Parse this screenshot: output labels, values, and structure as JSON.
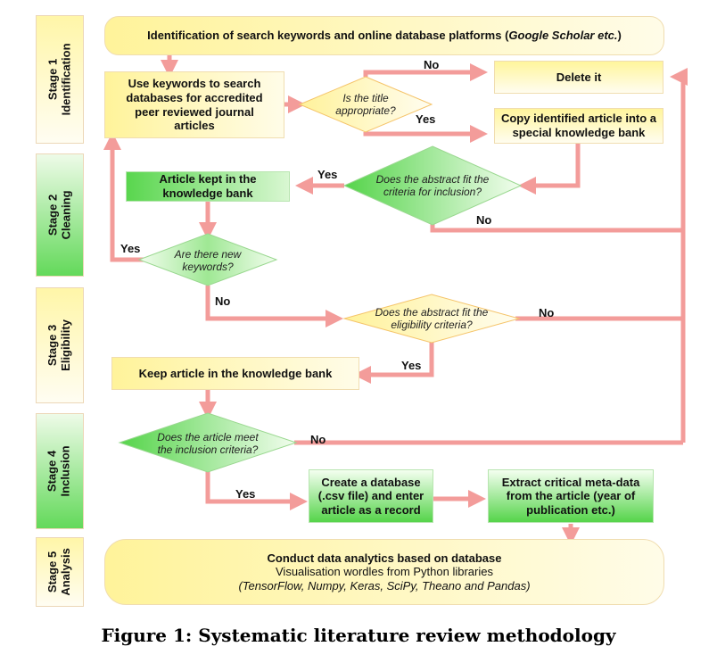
{
  "stages": [
    {
      "line1": "Stage 1",
      "line2": "Identification"
    },
    {
      "line1": "Stage 2",
      "line2": "Cleaning"
    },
    {
      "line1": "Stage 3",
      "line2": "Eligibility"
    },
    {
      "line1": "Stage 4",
      "line2": "Inclusion"
    },
    {
      "line1": "Stage 5",
      "line2": "Analysis"
    }
  ],
  "boxes": {
    "identification_main": "Identification of search keywords and online database platforms (",
    "identification_italic": "Google Scholar etc.",
    "identification_end": ")",
    "use_keywords": "Use keywords to search databases for accredited peer reviewed journal articles",
    "delete": "Delete it",
    "copy_article": "Copy identified article into a special knowledge bank",
    "article_kept": "Article kept in the knowledge bank",
    "keep_article": "Keep article in the knowledge bank",
    "create_db": "Create a database (.csv file) and enter article as a record",
    "extract_meta": "Extract critical meta-data from the article (year of publication etc.)",
    "analytics_line1": "Conduct data analytics based on database",
    "analytics_line2": "Visualisation wordles from Python libraries",
    "analytics_line3": "(TensorFlow, Numpy, Keras, SciPy, Theano and Pandas)"
  },
  "decisions": {
    "title": "Is the title appropriate?",
    "criteria": "Does the abstract fit the criteria for inclusion?",
    "new_keywords": "Are there new keywords?",
    "eligibility": "Does the abstract fit the eligibility criteria?",
    "inclusion": "Does the article meet the inclusion criteria?"
  },
  "labels": {
    "title_no": "No",
    "title_yes": "Yes",
    "criteria_yes": "Yes",
    "criteria_no": "No",
    "keywords_yes": "Yes",
    "keywords_no": "No",
    "eligibility_no": "No",
    "eligibility_yes": "Yes",
    "inclusion_no": "No",
    "inclusion_yes": "Yes"
  },
  "caption": "Figure 1: Systematic literature review methodology",
  "colors": {
    "connector": "#f39c9a",
    "yellow": "#fff39a",
    "green": "#59d64e",
    "diamond_border": "#f5a623"
  }
}
